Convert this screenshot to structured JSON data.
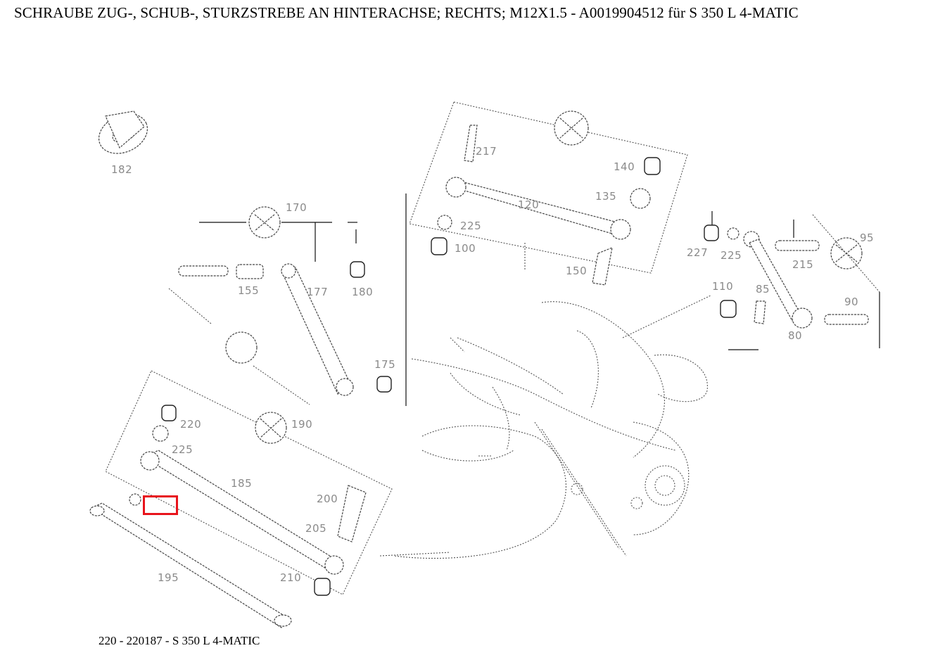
{
  "page": {
    "title": "SCHRAUBE ZUG-, SCHUB-, STURZSTREBE AN HINTERACHSE; RECHTS; M12X1.5 - A0019904512 für S 350 L 4-MATIC",
    "caption": "220 - 220187 - S 350 L 4-MATIC"
  },
  "diagram": {
    "highlighted_callout": "",
    "highlight_color": "#e8141c",
    "callouts": [
      {
        "id": "c182",
        "label": "182"
      },
      {
        "id": "c170",
        "label": "170"
      },
      {
        "id": "c155",
        "label": "155"
      },
      {
        "id": "c177",
        "label": "177"
      },
      {
        "id": "c180",
        "label": "180"
      },
      {
        "id": "c175",
        "label": "175"
      },
      {
        "id": "c220a",
        "label": "220"
      },
      {
        "id": "c190",
        "label": "190"
      },
      {
        "id": "c225a",
        "label": "225"
      },
      {
        "id": "c185",
        "label": "185"
      },
      {
        "id": "c200",
        "label": "200"
      },
      {
        "id": "c205",
        "label": "205"
      },
      {
        "id": "c210",
        "label": "210"
      },
      {
        "id": "c195",
        "label": "195"
      },
      {
        "id": "c217",
        "label": "217"
      },
      {
        "id": "c140",
        "label": "140"
      },
      {
        "id": "c135",
        "label": "135"
      },
      {
        "id": "c120",
        "label": "120"
      },
      {
        "id": "c225b",
        "label": "225"
      },
      {
        "id": "c100",
        "label": "100"
      },
      {
        "id": "c150",
        "label": "150"
      },
      {
        "id": "c227",
        "label": "227"
      },
      {
        "id": "c225c",
        "label": "225"
      },
      {
        "id": "c215",
        "label": "215"
      },
      {
        "id": "c85",
        "label": "85"
      },
      {
        "id": "c110",
        "label": "110"
      },
      {
        "id": "c80",
        "label": "80"
      },
      {
        "id": "c90",
        "label": "90"
      },
      {
        "id": "c95",
        "label": "95"
      }
    ]
  }
}
